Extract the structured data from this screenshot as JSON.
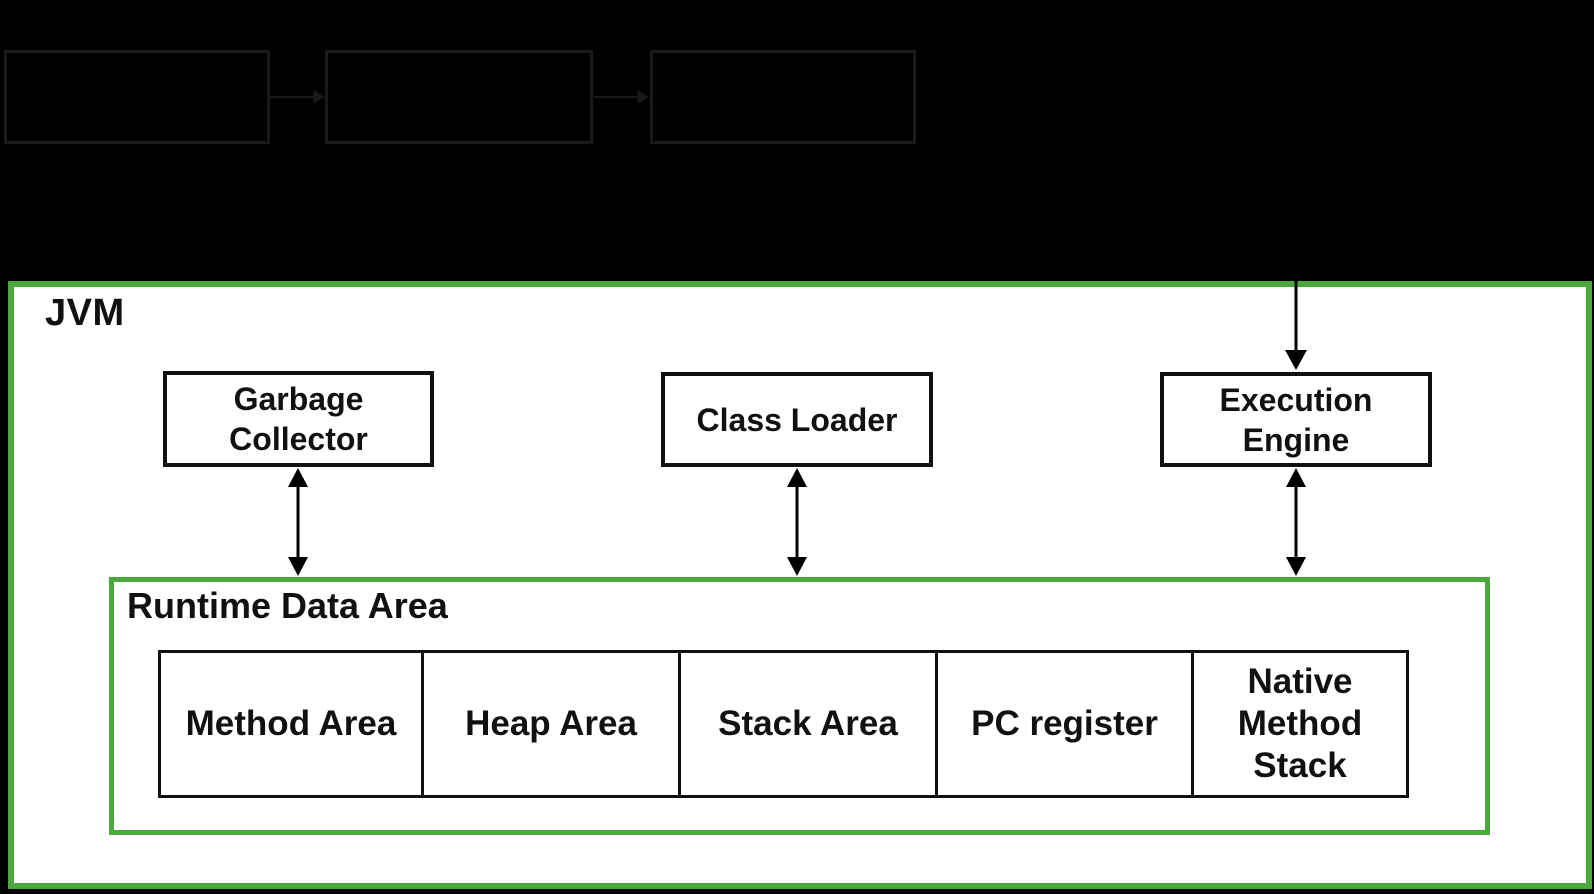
{
  "colors": {
    "background": "#000000",
    "accent_green": "#4aa83c",
    "surface_white": "#ffffff",
    "box_border_black": "#111111",
    "top_box_border_faint": "#1a1a1a"
  },
  "top_row": {
    "boxes": [
      {
        "label": ""
      },
      {
        "label": ""
      },
      {
        "label": ""
      }
    ]
  },
  "jvm": {
    "title": "JVM",
    "components": [
      {
        "id": "garbage-collector",
        "label": "Garbage Collector"
      },
      {
        "id": "class-loader",
        "label": "Class Loader"
      },
      {
        "id": "execution-engine",
        "label": "Execution Engine"
      }
    ],
    "runtime_data_area": {
      "title": "Runtime Data Area",
      "cells": [
        "Method Area",
        "Heap Area",
        "Stack Area",
        "PC register",
        "Native Method Stack"
      ]
    }
  }
}
